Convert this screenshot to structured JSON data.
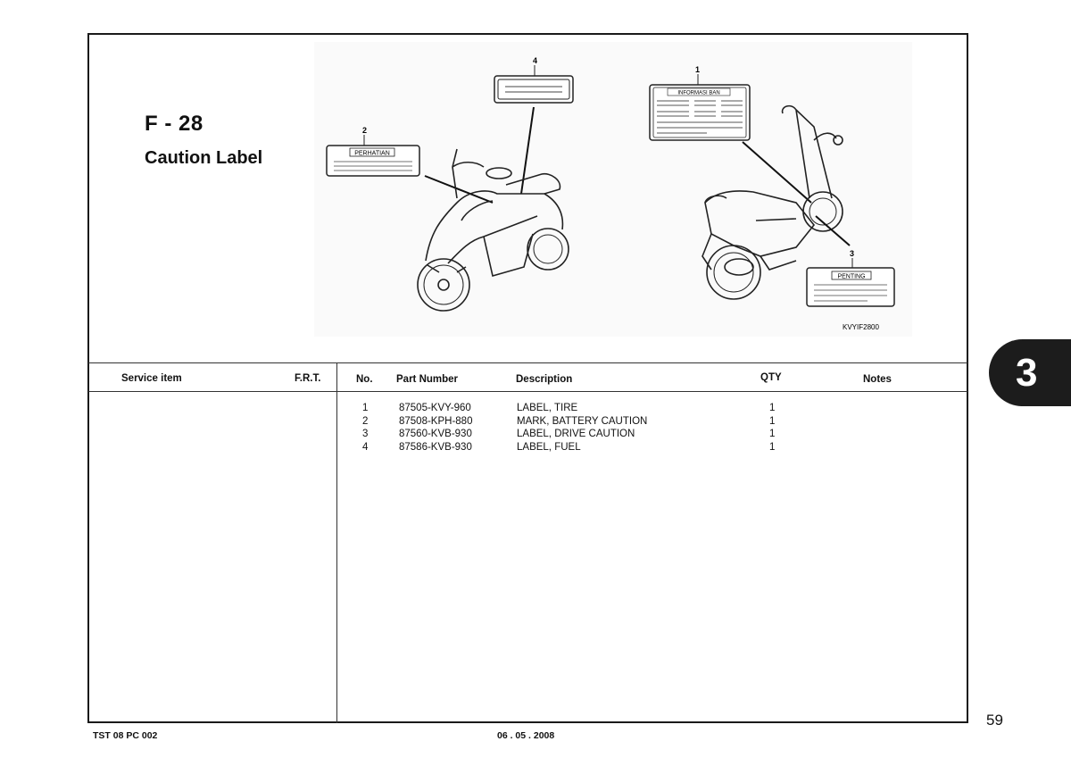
{
  "figure": {
    "code": "F - 28",
    "title": "Caution Label"
  },
  "illustration": {
    "callouts": [
      "1",
      "2",
      "3",
      "4"
    ],
    "label_texts": {
      "tire": "INFORMASI BAN",
      "perhatian": "PERHATIAN",
      "penting": "PENTING"
    },
    "ref_code": "KVYIF2800"
  },
  "table": {
    "headers": {
      "service_item": "Service item",
      "frt": "F.R.T.",
      "no": "No.",
      "part_number": "Part Number",
      "description": "Description",
      "qty": "QTY",
      "notes": "Notes"
    },
    "rows": [
      {
        "no": "1",
        "part_number": "87505-KVY-960",
        "description": "LABEL, TIRE",
        "qty": "1"
      },
      {
        "no": "2",
        "part_number": "87508-KPH-880",
        "description": "MARK, BATTERY CAUTION",
        "qty": "1"
      },
      {
        "no": "3",
        "part_number": "87560-KVB-930",
        "description": "LABEL, DRIVE CAUTION",
        "qty": "1"
      },
      {
        "no": "4",
        "part_number": "87586-KVB-930",
        "description": "LABEL, FUEL",
        "qty": "1"
      }
    ]
  },
  "footer": {
    "left": "TST 08 PC 002",
    "center": "06 . 05 . 2008"
  },
  "page_number": "59",
  "section_tab": "3"
}
